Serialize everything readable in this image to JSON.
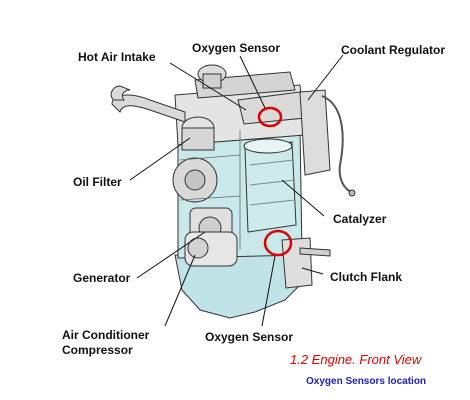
{
  "labels": {
    "hot_air_intake": "Hot Air Intake",
    "oxygen_sensor_top": "Oxygen Sensor",
    "coolant_regulator": "Coolant Regulator",
    "oil_filter": "Oil Filter",
    "catalyzer": "Catalyzer",
    "generator": "Generator",
    "clutch_flank": "Clutch Flank",
    "ac_compressor_line1": "Air Conditioner",
    "ac_compressor_line2": "Compressor",
    "oxygen_sensor_bottom": "Oxygen Sensor"
  },
  "caption": "1.2 Engine. Front View",
  "subcaption": "Oxygen Sensors location",
  "colors": {
    "caption": "#e00000",
    "subcaption": "#1c1cc8",
    "highlight_circle": "#e00000",
    "block_teal": "#bfe3e6",
    "metal_gray": "#d9d9d9"
  }
}
